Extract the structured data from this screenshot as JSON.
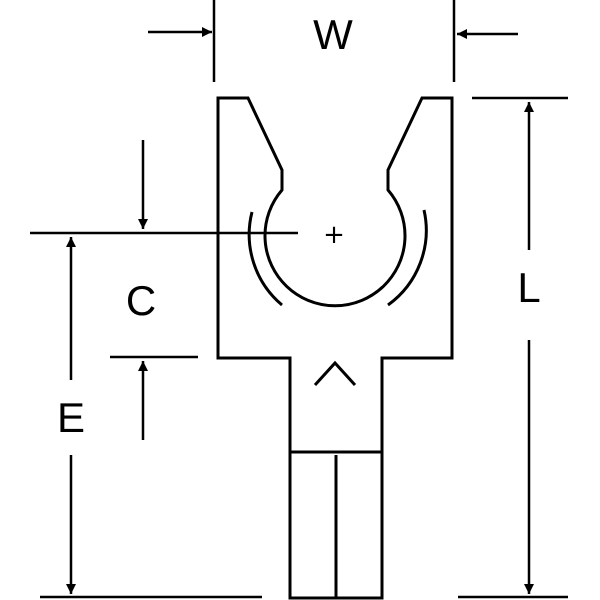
{
  "labels": {
    "width": "W",
    "length": "L",
    "center": "C",
    "edge": "E"
  },
  "center_mark": "+",
  "colors": {
    "line": "#000000",
    "background": "#ffffff"
  }
}
